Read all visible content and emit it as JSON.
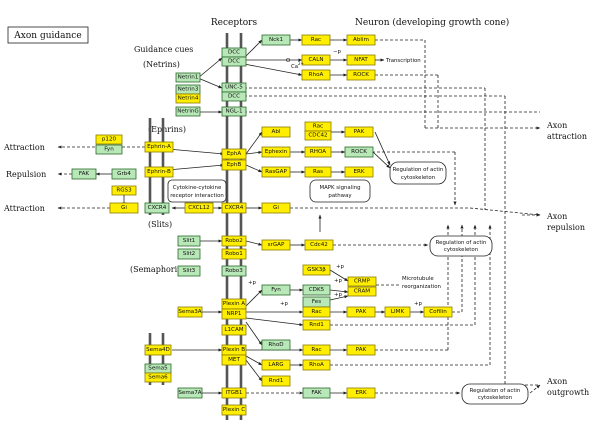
{
  "title": "Axon guidance",
  "headers": {
    "receptors": "Receptors",
    "neuron": "Neuron (developing growth cone)",
    "guidance_cues": "Guidance cues"
  },
  "groups": {
    "netrins": "(Netrins)",
    "ephrins": "(Ephrins)",
    "slits": "(Slits)",
    "semaphorins": "(Semaphorins)"
  },
  "outputs": {
    "attraction_1": "Attraction",
    "repulsion_1": "Repulsion",
    "attraction_2": "Attraction",
    "axon_attraction_1": "Axon",
    "axon_attraction_2": "attraction",
    "axon_repulsion_1": "Axon",
    "axon_repulsion_2": "repulsion",
    "axon_outgrowth_1": "Axon",
    "axon_outgrowth_2": "outgrowth"
  },
  "notes": {
    "transcription": "Transcription",
    "ca": "Ca",
    "ca_sup": "2+",
    "p": "+p",
    "p_minus": "−p",
    "o": "O",
    "ck_1": "Cytokine-cytokine",
    "ck_2": "receptor interaction",
    "mapk_1": "MAPK signaling",
    "mapk_2": "pathway",
    "microtubule_1": "Microtubule",
    "microtubule_2": "reorganization",
    "reg_actin_1a": "Regulation of actin",
    "reg_actin_1b": "cytoskeleton",
    "reg_actin_2a": "Regulation of actin",
    "reg_actin_2b": "cytoskeleton",
    "reg_actin_3a": "Regulation of actin",
    "reg_actin_3b": "cytoskeleton"
  },
  "boxes": {
    "dcc_1": "DCC",
    "dcc_2": "DCC",
    "netrin1": "Netrin1",
    "netrin3": "Netrin3",
    "netrin4": "Netrin4",
    "netrin_g": "NetrinG",
    "unc5": "UNC-5",
    "dcc_3": "DCC",
    "ngl1": "NGL-1",
    "nck1": "Nck1",
    "rac_1": "Rac",
    "ablim": "Ablim",
    "caln": "CALN",
    "nfat": "NFAT",
    "rhoa_1": "RhoA",
    "rock_1": "ROCK",
    "p120": "p120",
    "fyn_1": "Fyn",
    "ephrin_a": "Ephrin-A",
    "fak": "FAK",
    "grb4": "Grb4",
    "ephrin_b": "Ephrin-B",
    "rgs3": "RGS3",
    "gi_1": "Gi",
    "cxcr4_l": "CXCR4",
    "cxcl12": "CXCL12",
    "cxcr4_r": "CXCR4",
    "gi_2": "Gi",
    "epha": "EphA",
    "ephb": "EphB",
    "abl": "Abl",
    "ephexin": "Ephexin",
    "rasgap": "RasGAP",
    "rac_2": "Rac",
    "cdc42_1": "CDC42",
    "pak_1": "PAK",
    "rhoa_2": "RHOA",
    "rock_2": "ROCK",
    "ras": "Ras",
    "erk_1": "ERK",
    "slit1": "Slit1",
    "slit2": "Slit2",
    "slit3": "Slit3",
    "robo2": "Robo2",
    "robo1": "Robo1",
    "robo3": "Robo3",
    "srgap": "srGAP",
    "cdc42_2": "Cdc42",
    "sema3a": "Sema3A",
    "plexin_a": "Plexin A",
    "nrp1": "NRP1",
    "l1cam": "L1CAM",
    "fyn_2": "Fyn",
    "cdk5": "CDK5",
    "fes": "Fes",
    "gsk3b": "GSK3β",
    "crmp": "CRMP",
    "cram": "CRAM",
    "rac_3": "Rac",
    "pak_2": "PAK",
    "limk": "LIMK",
    "cofilin": "Cofilin",
    "rnd1_1": "Rnd1",
    "rhod": "RhoD",
    "sema4d": "Sema4D",
    "sema5": "Sema5",
    "sema6": "Sema6",
    "plexin_b": "Plexin B",
    "met": "MET",
    "rac_4": "Rac",
    "pak_3": "PAK",
    "larg": "LARG",
    "rhoa_3": "RhoA",
    "rnd1_2": "Rnd1",
    "sema7a": "Sema7A",
    "itgb1": "ITGB1",
    "fak_2": "FAK",
    "erk_2": "ERK",
    "plexin_c": "Plexin C"
  }
}
